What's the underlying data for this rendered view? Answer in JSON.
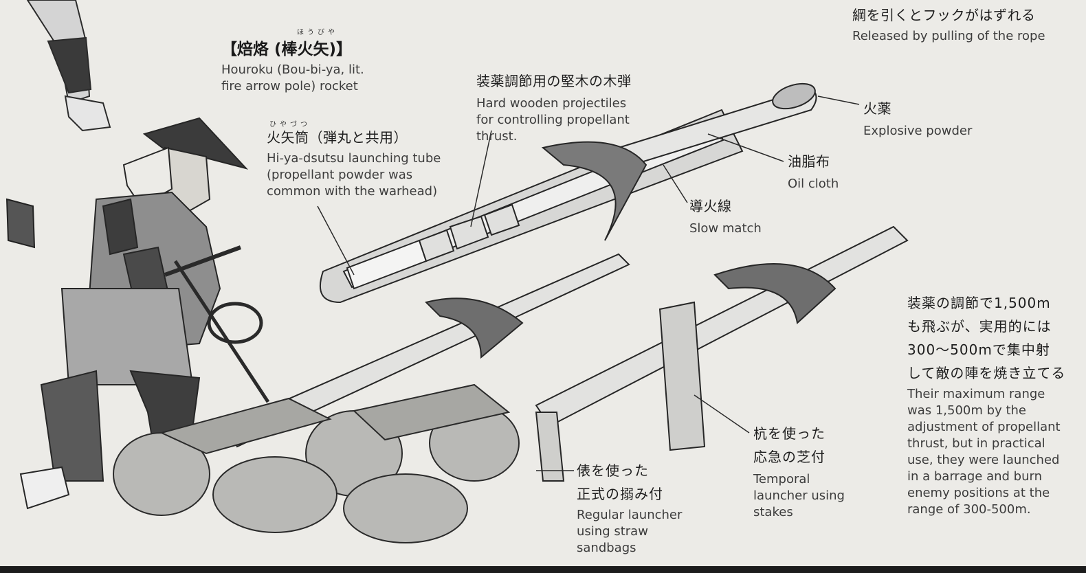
{
  "top_note": {
    "jp": "綱を引くとフックがはずれる",
    "en": "Released by pulling of the rope"
  },
  "rocket": {
    "furigana": "ほうびや",
    "title": "【焙烙 (棒火矢)】",
    "en_lines": [
      "Houroku (Bou-bi-ya, lit.",
      "fire arrow pole) rocket"
    ]
  },
  "projectiles": {
    "jp": "装薬調節用の堅木の木弾",
    "en_lines": [
      "Hard wooden projectiles",
      "for controlling propellant",
      "thrust."
    ]
  },
  "tube": {
    "furigana": "ひやづつ",
    "jp": "火矢筒（弾丸と共用）",
    "en_lines": [
      "Hi-ya-dsutsu launching tube",
      "(propellant powder was",
      "common with the warhead)"
    ]
  },
  "powder": {
    "jp": "火薬",
    "en": "Explosive powder"
  },
  "oilcloth": {
    "jp": "油脂布",
    "en": "Oil cloth"
  },
  "slowmatch": {
    "jp": "導火線",
    "en": "Slow match"
  },
  "range_note": {
    "jp_lines": [
      "装薬の調節で1,500m",
      "も飛ぶが、実用的には",
      "300〜500mで集中射",
      "して敵の陣を焼き立てる"
    ],
    "en_lines": [
      "Their maximum range",
      "was 1,500m by the",
      "adjustment of propellant",
      "thrust, but in practical",
      "use, they were launched",
      "in a barrage and burn",
      "enemy positions at the",
      "range of 300-500m."
    ]
  },
  "stakes": {
    "jp_lines": [
      "杭を使った",
      "応急の芝付"
    ],
    "en_lines": [
      "Temporal",
      "launcher using",
      "stakes"
    ]
  },
  "sandbags": {
    "jp_lines": [
      "俵を使った",
      "正式の搦み付"
    ],
    "en_lines": [
      "Regular launcher",
      "using straw",
      "sandbags"
    ]
  }
}
